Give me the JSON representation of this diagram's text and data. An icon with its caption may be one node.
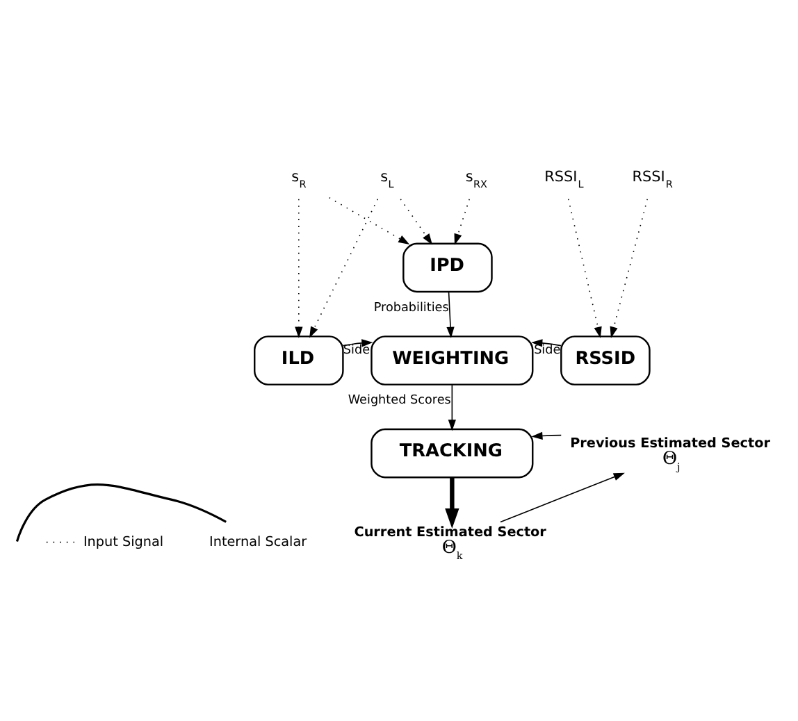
{
  "diagram": {
    "nodes": [
      {
        "text": [
          "s$_{R}$"
        ]
      },
      {
        "text": [
          "s$_{L}$"
        ]
      },
      {
        "text": [
          "s$_{RX}$"
        ]
      },
      {
        "text": [
          "RSSI$_{L}$"
        ]
      },
      {
        "text": [
          "RSSI$_{R}$"
        ]
      },
      {
        "text": [
          "IPD"
        ]
      },
      {
        "text": [
          "ILD"
        ]
      },
      {
        "text": [
          "WEIGHTING"
        ]
      },
      {
        "text": [
          "RSSID"
        ]
      },
      {
        "text": [
          "TRACKING"
        ]
      },
      {
        "text": [
          "Current Estimated Sector",
          "Θ$_{k}$"
        ]
      },
      {
        "text": [
          "Previous Estimated Sector",
          "Θ$_{j}$"
        ]
      }
    ],
    "edges": [
      {
        "from": 0,
        "to": 6,
        "arrow": "to",
        "style": "dashed"
      },
      {
        "from": 1,
        "to": 6,
        "arrow": "to",
        "style": "dashed"
      },
      {
        "from": 0,
        "to": 5,
        "arrow": "to",
        "style": "dashed"
      },
      {
        "from": 1,
        "to": 5,
        "arrow": "to",
        "style": "dashed"
      },
      {
        "from": 2,
        "to": 5,
        "arrow": "to",
        "style": "dashed"
      },
      {
        "from": 3,
        "to": 8,
        "arrow": "to",
        "style": "dashed"
      },
      {
        "from": 4,
        "to": 8,
        "arrow": "to",
        "style": "dashed"
      },
      {
        "from": 5,
        "to": 7,
        "arrow": "to",
        "label": "Probabilities"
      },
      {
        "from": 6,
        "to": 7,
        "arrow": "to",
        "label": "Side"
      },
      {
        "from": 8,
        "to": 7,
        "arrow": "to",
        "label": "Side"
      },
      {
        "from": 7,
        "to": 9,
        "arrow": "to",
        "label": "Weighted Scores"
      },
      {
        "from": 9,
        "to": 10,
        "arrow": "to",
        "style": "thick"
      },
      {
        "from": 10,
        "to": 11,
        "arrow": "to"
      },
      {
        "from": 11,
        "to": 9,
        "arrow": "to"
      }
    ],
    "legend": [
      {
        "text": "Input Signal"
      },
      {
        "text": "Internal Scalar"
      }
    ]
  }
}
